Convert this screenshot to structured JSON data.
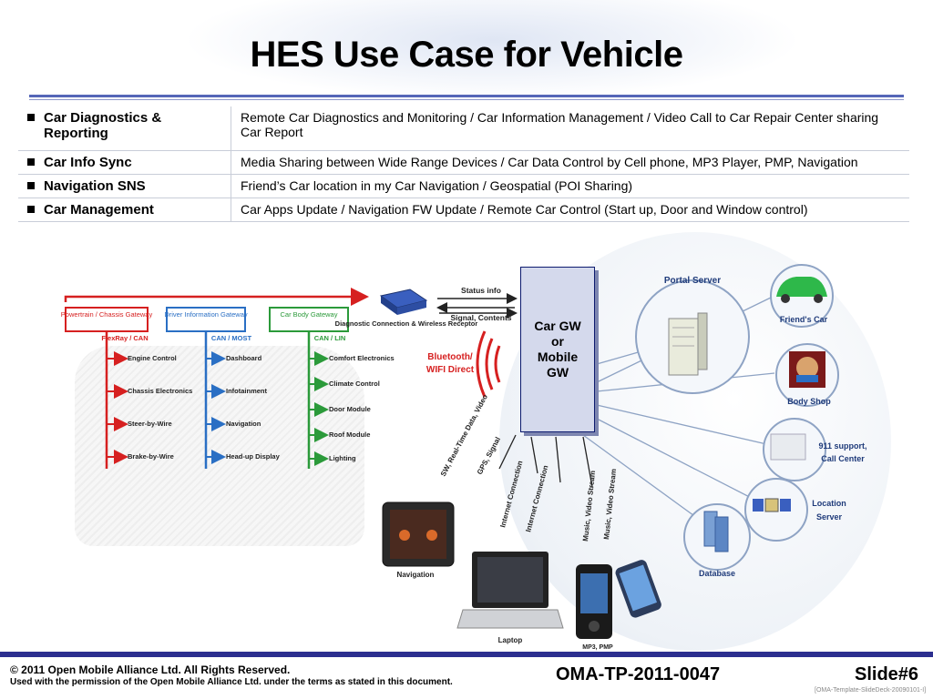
{
  "slide": {
    "title": "HES Use Case for Vehicle",
    "use_cases": [
      {
        "category": "Car Diagnostics & Reporting",
        "description": "Remote Car Diagnostics and Monitoring / Car Information Management / Video Call to Car Repair Center sharing Car Report"
      },
      {
        "category": "Car Info Sync",
        "description": "Media Sharing between Wide Range Devices / Car Data Control by Cell phone, MP3 Player, PMP, Navigation"
      },
      {
        "category": "Navigation SNS",
        "description": "Friend’s Car location in my Car Navigation / Geospatial (POI Sharing)"
      },
      {
        "category": "Car Management",
        "description": "Car Apps Update / Navigation FW Update / Remote Car Control (Start up, Door and Window control)"
      }
    ]
  },
  "diagram": {
    "gateways": [
      {
        "name": "Powertrain / Chassis Gateway",
        "bus": "FlexRay / CAN",
        "color": "#d62020",
        "items": [
          "Engine Control",
          "Chassis Electronics",
          "Steer-by-Wire",
          "Brake-by-Wire"
        ]
      },
      {
        "name": "Driver Information Gateway",
        "bus": "CAN / MOST",
        "color": "#2a6fc4",
        "items": [
          "Dashboard",
          "Infotainment",
          "Navigation",
          "Head-up Display"
        ]
      },
      {
        "name": "Car Body Gateway",
        "bus": "CAN / LIN",
        "color": "#2b9a3a",
        "items": [
          "Comfort Electronics",
          "Climate Control",
          "Door Module",
          "Roof Module",
          "Lighting"
        ]
      }
    ],
    "diag_connection": "Diagnostic Connection & Wireless Receptor",
    "status_info": "Status info",
    "signal_contents": "Signal, Contents",
    "bt_wifi_line1": "Bluetooth/",
    "bt_wifi_line2": "WIFI Direct",
    "gw_box_lines": [
      "Car GW",
      "or",
      "Mobile",
      "GW"
    ],
    "flow_labels": {
      "sw": "SW, Real-Time Data, Video",
      "gps": "GPS, Signal",
      "internet1": "Internet Connection",
      "internet2": "Internet Connection",
      "music1": "Music, Video Stream",
      "music2": "Music, Video Stream"
    },
    "servers": {
      "portal": "Portal Server",
      "friends_car": "Friend's Car",
      "body_shop": "Body Shop",
      "support_l1": "911 support,",
      "support_l2": "Call Center",
      "location_l1": "Location",
      "location_l2": "Server",
      "database": "Database"
    },
    "devices": {
      "navigation": "Navigation",
      "laptop": "Laptop",
      "mp3": "MP3, PMP"
    }
  },
  "footer": {
    "copyright": "© 2011 Open Mobile Alliance Ltd.  All Rights Reserved.",
    "permission": "Used with the permission of the Open Mobile Alliance Ltd. under the terms as stated in this document.",
    "doc_id": "OMA-TP-2011-0047",
    "slide": "Slide#6",
    "template": "[OMA-Template-SlideDeck-20090101-I]"
  }
}
